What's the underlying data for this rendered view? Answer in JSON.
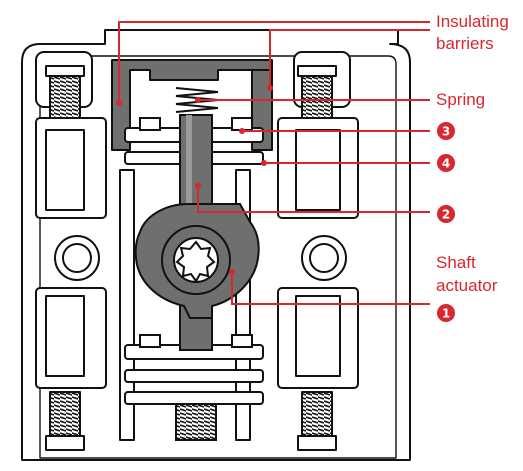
{
  "labels": {
    "insulating_line1": "Insulating",
    "insulating_line2": "barriers",
    "spring": "Spring",
    "shaft_line1": "Shaft",
    "shaft_line2": "actuator"
  },
  "markers": {
    "m1": "1",
    "m2": "2",
    "m3": "3",
    "m4": "4"
  },
  "colors": {
    "callout": "#d7282f",
    "outline": "#111111",
    "gray": "#6f6f6f"
  }
}
